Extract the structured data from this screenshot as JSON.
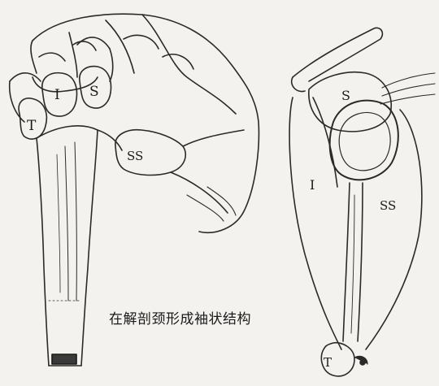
{
  "figure": {
    "caption": "在解剖颈形成袖状结构",
    "hand_labels": {
      "teres_minor": "T",
      "infraspinatus": "I",
      "supraspinatus": "S",
      "subscapularis": "SS"
    },
    "shoulder_labels": {
      "supraspinatus": "S",
      "infraspinatus": "I",
      "subscapularis": "SS",
      "teres_minor": "T"
    }
  }
}
